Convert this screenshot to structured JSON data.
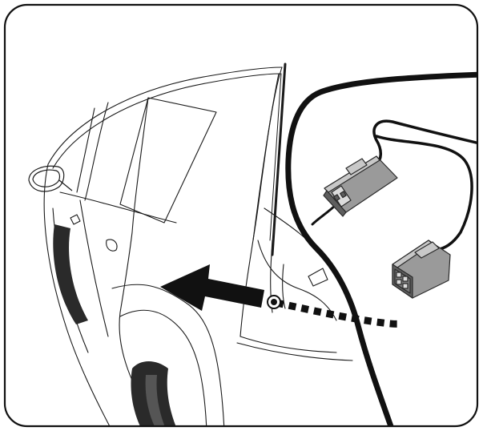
{
  "illustration": {
    "subject": "installation-step",
    "colors": {
      "background": "#ffffff",
      "line": "#1a1a1a",
      "harness": "#111111",
      "connector_body": "#9a9a9a",
      "connector_dark": "#5e5e5e",
      "connector_light": "#c8c8c8",
      "tire": "#2a2a2a"
    },
    "icons": [
      "direction-arrow-icon",
      "wiring-harness",
      "vehicle-connector",
      "harness-connector",
      "grommet-hole"
    ]
  }
}
